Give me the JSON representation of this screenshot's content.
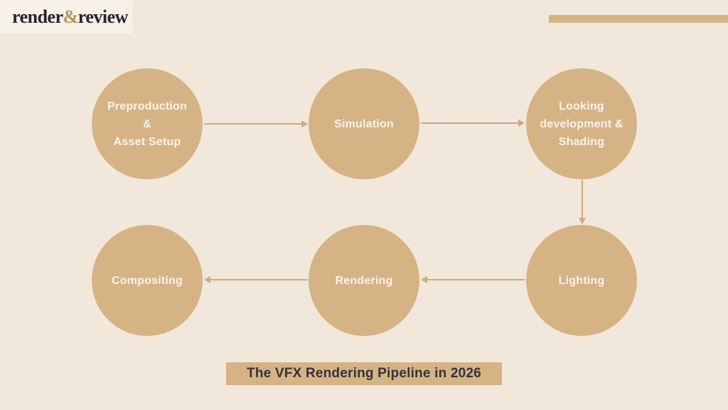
{
  "brand": {
    "logo_part1": "render",
    "logo_amp": "&",
    "logo_part2": "review"
  },
  "colors": {
    "background": "#f1e8db",
    "accent": "#d6b384",
    "arrow": "#cfa97a",
    "title_text": "#35323c",
    "circle_text": "#f8f4ec",
    "logo_ampersand": "#bf9256"
  },
  "diagram": {
    "nodes": [
      {
        "id": "preproduction",
        "label": "Preproduction &\nAsset Setup"
      },
      {
        "id": "simulation",
        "label": "Simulation"
      },
      {
        "id": "lookdev",
        "label": "Looking\ndevelopment &\nShading"
      },
      {
        "id": "lighting",
        "label": "Lighting"
      },
      {
        "id": "rendering",
        "label": "Rendering"
      },
      {
        "id": "compositing",
        "label": "Compositing"
      }
    ],
    "edges": [
      {
        "from": "preproduction",
        "to": "simulation",
        "direction": "right"
      },
      {
        "from": "simulation",
        "to": "lookdev",
        "direction": "right"
      },
      {
        "from": "lookdev",
        "to": "lighting",
        "direction": "down"
      },
      {
        "from": "lighting",
        "to": "rendering",
        "direction": "left"
      },
      {
        "from": "rendering",
        "to": "compositing",
        "direction": "left"
      }
    ]
  },
  "title": {
    "label": "The VFX Rendering Pipeline in 2026"
  }
}
